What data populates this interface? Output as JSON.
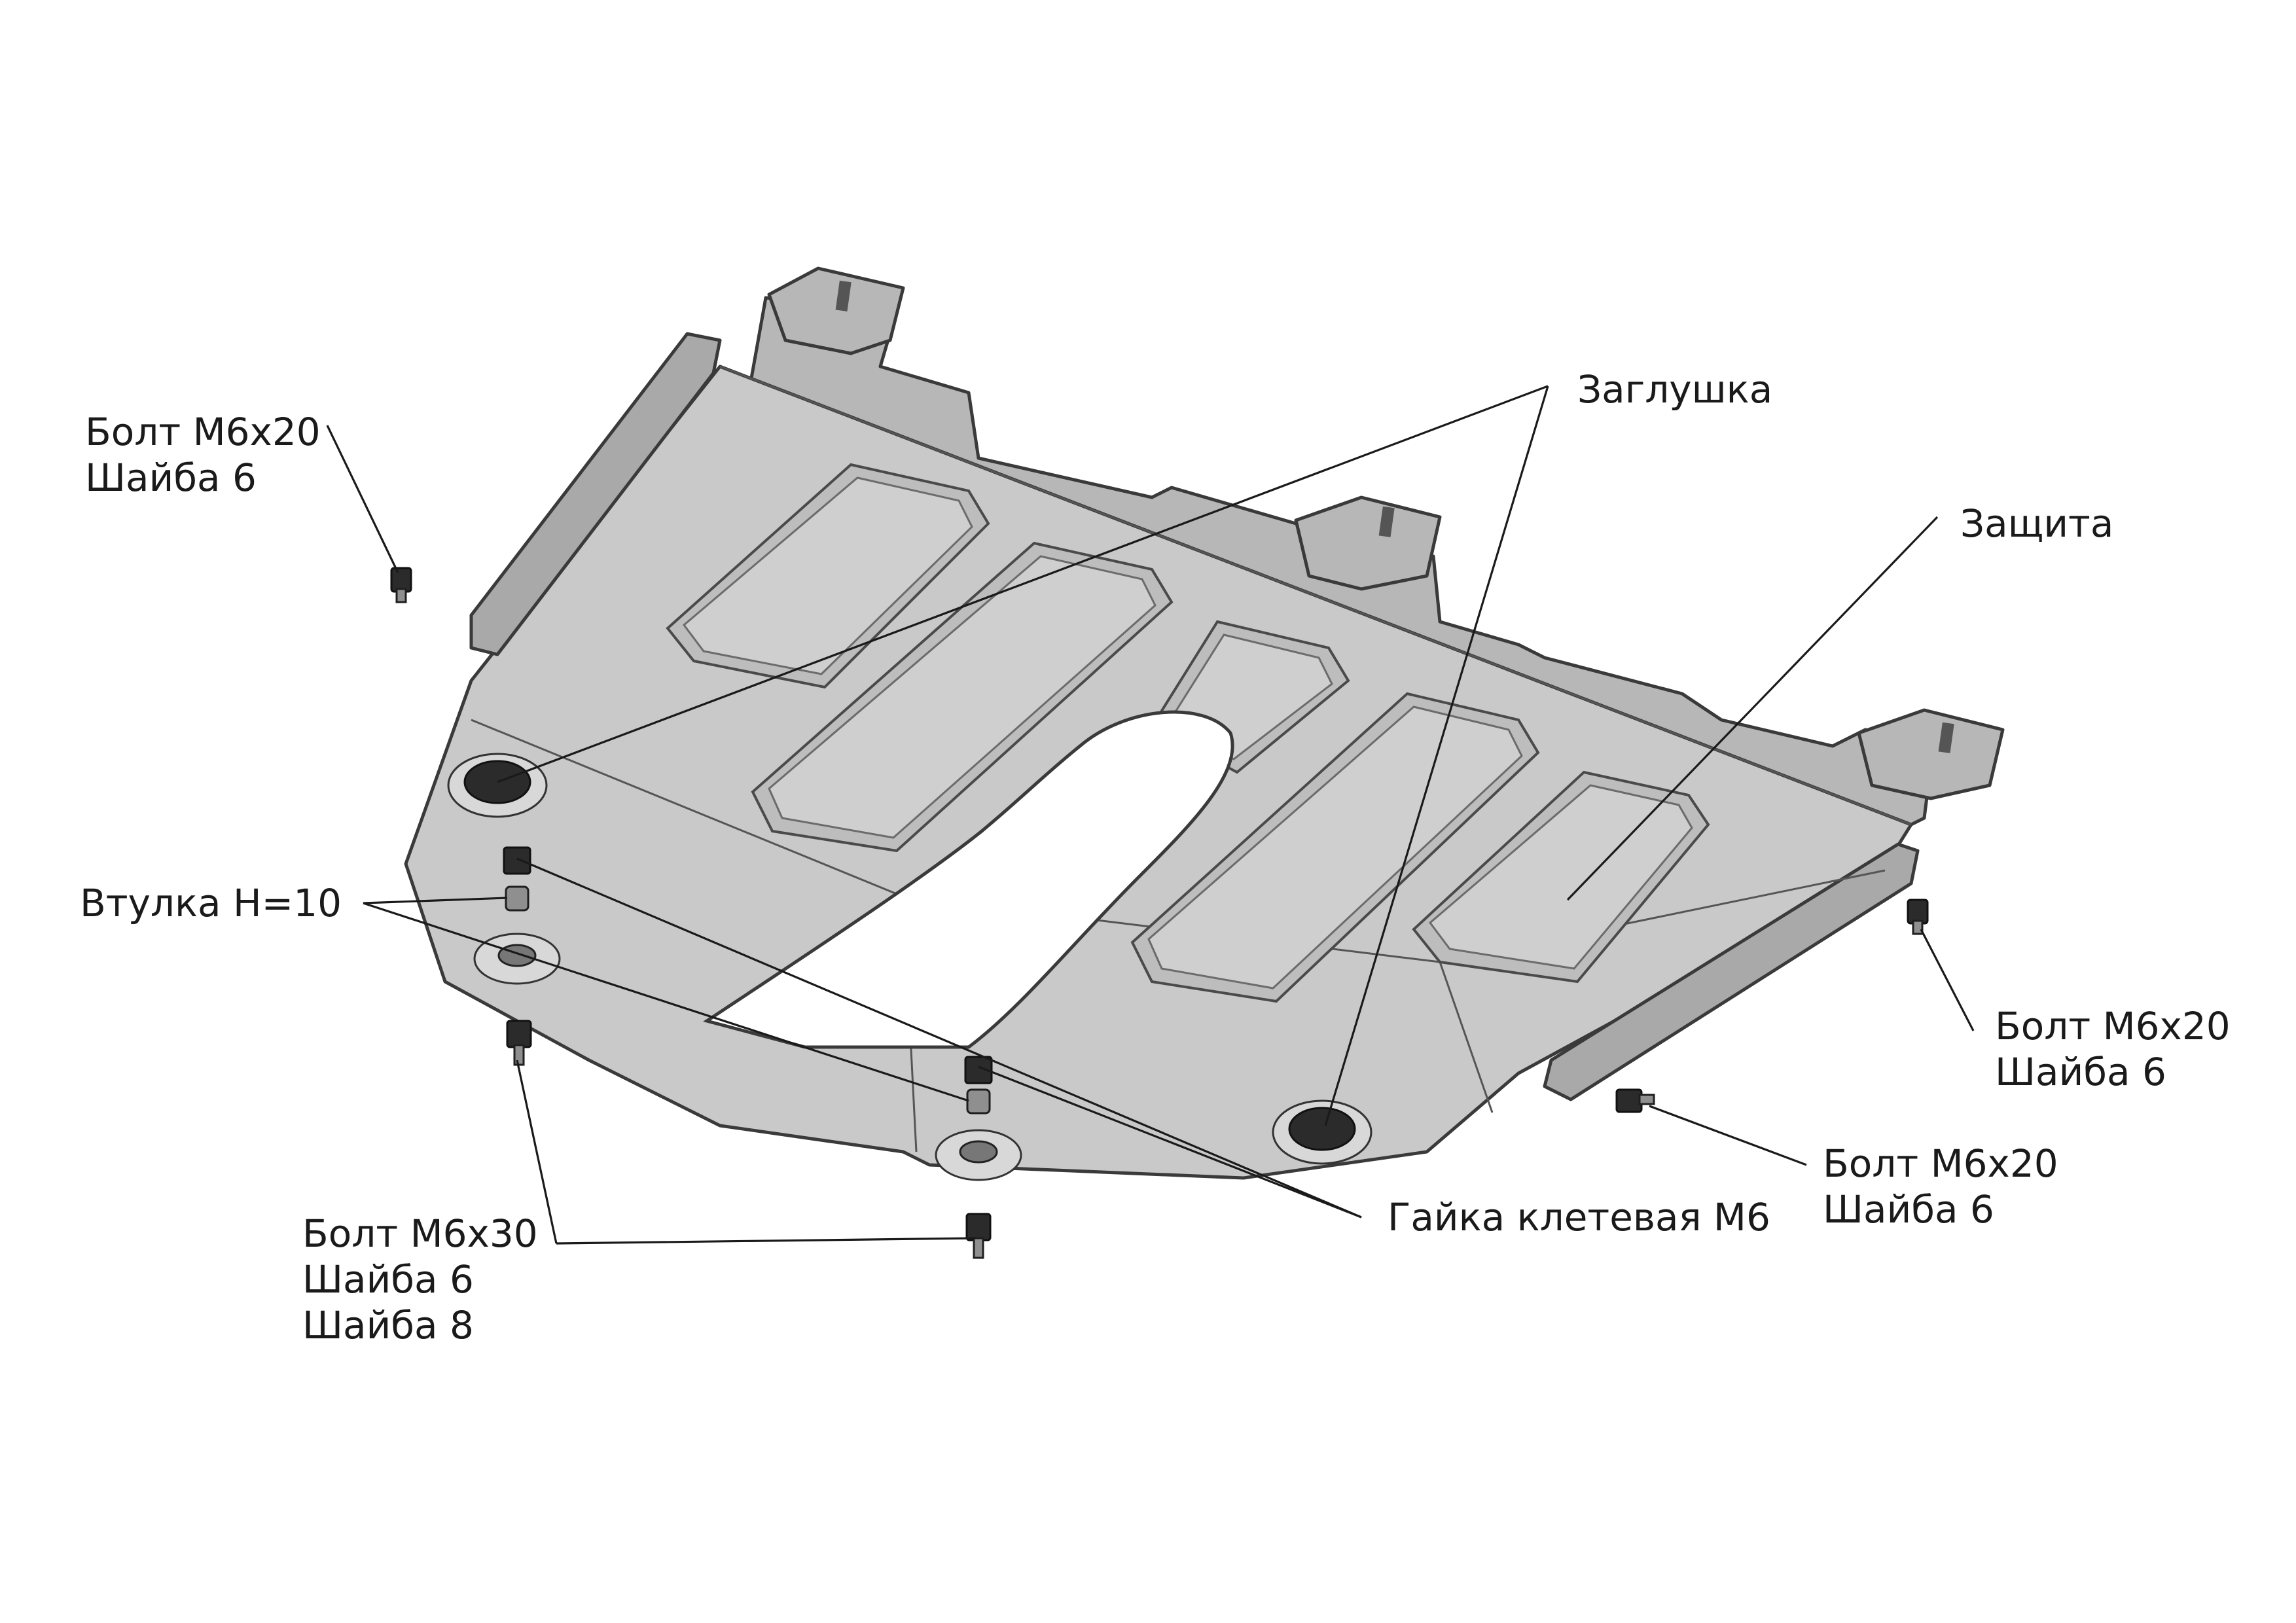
{
  "labels": {
    "bolt_top_left": [
      "Болт М6х20",
      "Шайба 6"
    ],
    "plug": "Заглушка",
    "guard": "Защита",
    "bushing": "Втулка Н=10",
    "bolt_right": [
      "Болт М6х20",
      "Шайба 6"
    ],
    "bolt_bottom_right": [
      "Болт М6х20",
      "Шайба 6"
    ],
    "bolt_bottom_left": [
      "Болт М6х30",
      "Шайба 6",
      "Шайба 8"
    ],
    "cage_nut": "Гайка клетевая М6"
  },
  "colors": {
    "plate": "#c9c9c9",
    "outline": "#3a3a3a",
    "text": "#1a1a1a"
  }
}
